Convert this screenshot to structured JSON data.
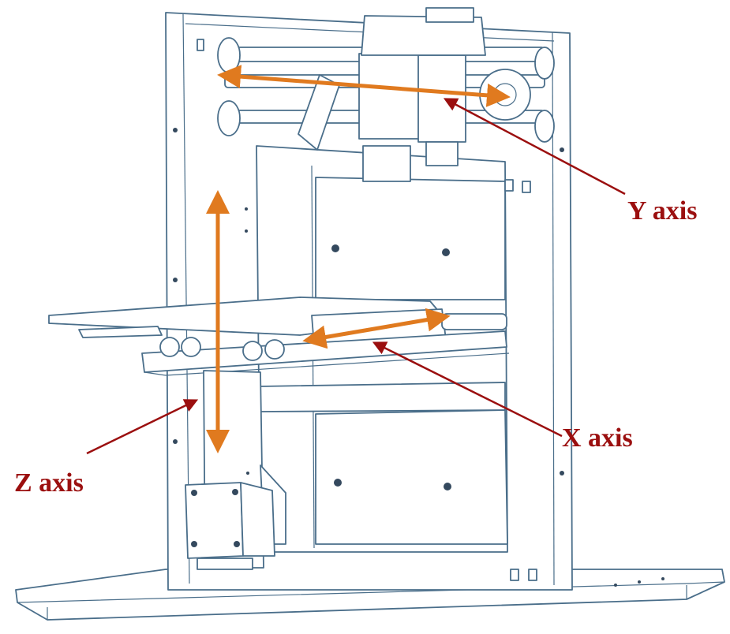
{
  "labels": {
    "y_axis": "Y axis",
    "x_axis": "X axis",
    "z_axis": "Z axis"
  },
  "colors": {
    "outline": "#4a6e8a",
    "motion_arrow": "#e07a1f",
    "callout": "#9b0f0f",
    "label_text": "#9b0f0f",
    "background": "#ffffff"
  }
}
